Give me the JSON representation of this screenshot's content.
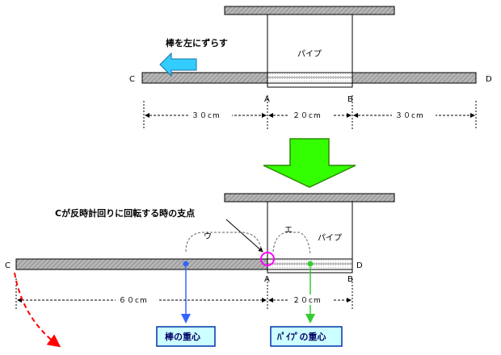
{
  "top": {
    "arrow_label": "棒を左にずらす",
    "pipe_label": "パイプ",
    "point_c": "C",
    "point_d": "D",
    "point_a": "A",
    "point_b": "B",
    "dim_left": "３０cm",
    "dim_mid": "２０cm",
    "dim_right": "３０cm"
  },
  "bottom": {
    "pivot_label": "Cが反時計回りに回転する時の支点",
    "label_u": "ウ",
    "label_e": "エ",
    "pipe_label": "パイプ",
    "point_c": "C",
    "point_d": "D",
    "point_a": "A",
    "point_b": "B",
    "dim_left": "６０cm",
    "dim_right": "２０cm",
    "rod_cg_label": "棒の重心",
    "pipe_cg_label": "ﾊﾟｲﾌﾟの重心"
  },
  "colors": {
    "blue_arrow": "#33ccff",
    "green_arrow": "#33ff00",
    "rod_cg": "#3366ff",
    "pipe_cg": "#33cc33",
    "pivot_circle": "#ff00ff",
    "rotate_arrow": "#ff0000"
  }
}
